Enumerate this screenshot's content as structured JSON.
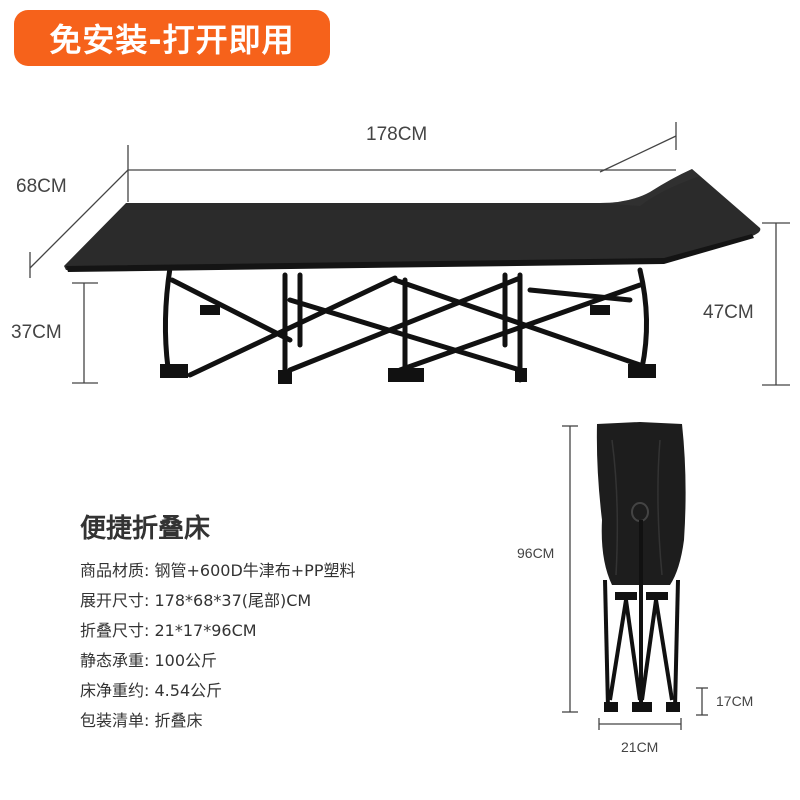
{
  "colors": {
    "badge_bg": "#f6621b",
    "badge_text": "#ffffff",
    "bed_fabric": "#2a2a2a",
    "frame": "#111111",
    "dimension_line": "#444444",
    "text": "#333333"
  },
  "badge": {
    "label": "免安装-打开即用"
  },
  "unfolded_dimensions": {
    "length": "178CM",
    "width": "68CM",
    "tail_height": "37CM",
    "head_height": "47CM"
  },
  "folded_dimensions": {
    "height": "96CM",
    "depth": "17CM",
    "width": "21CM"
  },
  "product": {
    "title": "便捷折叠床",
    "specs": [
      {
        "label": "商品材质:",
        "value": "钢管+600D牛津布+PP塑料"
      },
      {
        "label": "展开尺寸:",
        "value": "178*68*37(尾部)CM"
      },
      {
        "label": "折叠尺寸:",
        "value": "21*17*96CM"
      },
      {
        "label": "静态承重:",
        "value": "100公斤"
      },
      {
        "label": "床净重约:",
        "value": "4.54公斤"
      },
      {
        "label": "包装清单:",
        "value": "折叠床"
      }
    ]
  }
}
